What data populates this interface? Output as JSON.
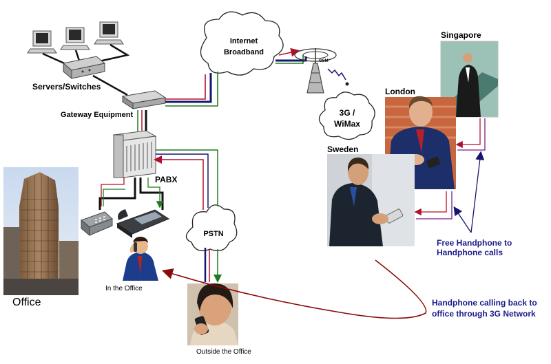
{
  "labels": {
    "servers_switches": "Servers/Switches",
    "gateway_equipment": "Gateway Equipment",
    "pabx": "PABX",
    "office": "Office",
    "in_the_office": "In the Office",
    "outside_the_office": "Outside the Office",
    "pstn": "PSTN",
    "internet_line1": "Internet",
    "internet_line2": "Broadband",
    "gsm": "GSM",
    "net_3g_line1": "3G /",
    "net_3g_line2": "WiMax",
    "singapore": "Singapore",
    "london": "London",
    "sweden": "Sweden",
    "free_calls_line1": "Free Handphone to",
    "free_calls_line2": "Handphone calls",
    "callback_line1": "Handphone calling back to",
    "callback_line2": "office through 3G Network"
  },
  "colors": {
    "link_red": "#b0102a",
    "link_green": "#1f7a1f",
    "link_blue": "#16166e",
    "link_purple": "#7a1a8a",
    "callback_arrow": "#8b0a0a",
    "label_blue": "#1a1a8a"
  },
  "icons": [
    "computer-icon",
    "server-icon",
    "gateway-icon",
    "pabx-icon",
    "telephone-icon",
    "gsm-tower-icon",
    "cloud-icon",
    "building-photo",
    "person-photo"
  ]
}
